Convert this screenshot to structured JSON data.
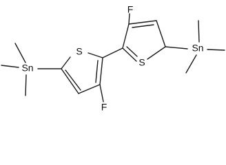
{
  "molecule": {
    "atoms": {
      "F_top": "F",
      "S_right": "S",
      "Sn_right": "Sn",
      "S_left": "S",
      "Sn_left": "Sn",
      "F_bottom": "F"
    }
  }
}
